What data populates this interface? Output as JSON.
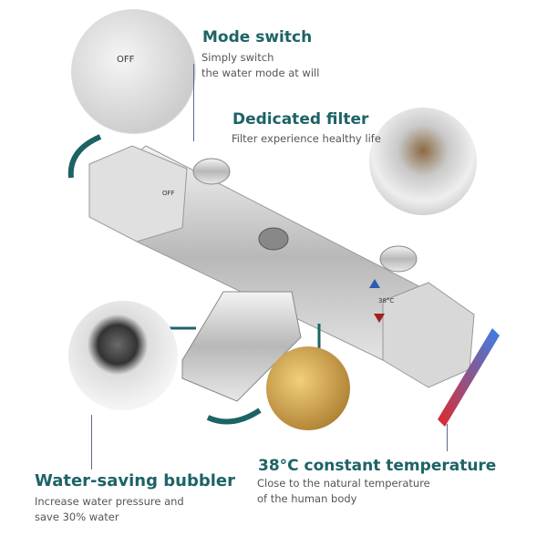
{
  "features": [
    {
      "title": "Mode switch",
      "lines": [
        "Simply switch",
        "the water mode at will"
      ]
    },
    {
      "title": "Dedicated filter",
      "lines": [
        "Filter experience healthy life"
      ]
    },
    {
      "title": "Water-saving bubbler",
      "lines": [
        "Increase water pressure and",
        "save 30% water"
      ]
    },
    {
      "title": "38°C constant temperature",
      "lines": [
        "Close to the natural temperature",
        "of the human body"
      ]
    }
  ],
  "product_labels": {
    "off": "OFF",
    "temp": "38°C"
  },
  "colors": {
    "accent": "#1d6366",
    "hot": "#e03030",
    "cold": "#3a7de0"
  }
}
